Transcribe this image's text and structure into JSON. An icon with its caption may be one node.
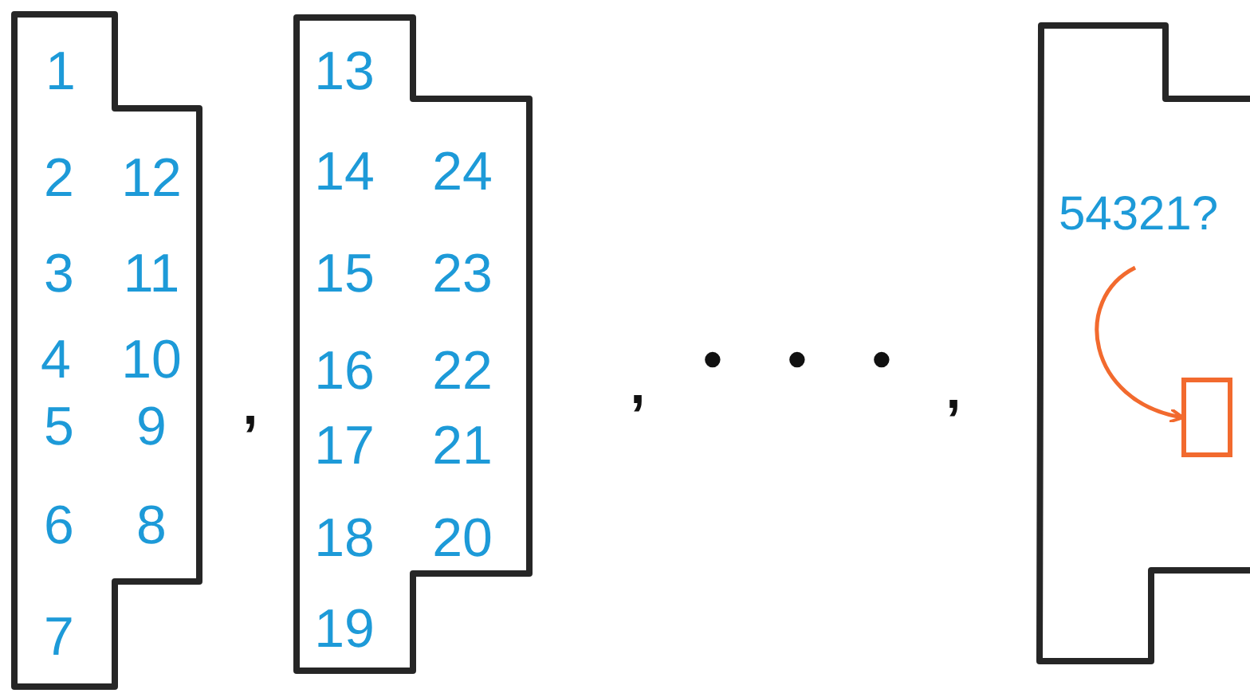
{
  "diagram": {
    "nodes": [
      {
        "text": [
          "1",
          "2",
          "12",
          "3",
          "11",
          "4",
          "10",
          "5",
          "9",
          "6",
          "8",
          "7"
        ]
      },
      {
        "text": [
          "13",
          "14",
          "24",
          "15",
          "23",
          "16",
          "22",
          "17",
          "21",
          "18",
          "20",
          "19"
        ]
      },
      {
        "text": [
          "54321?"
        ]
      },
      {
        "text": [],
        "shape": "box",
        "in": 2
      }
    ],
    "edges": [
      {
        "from": null,
        "to": 3,
        "arrow": "to",
        "color": "#f26a2e"
      }
    ],
    "labels": [
      ",",
      ",",
      "•",
      "•",
      "•",
      ","
    ]
  }
}
